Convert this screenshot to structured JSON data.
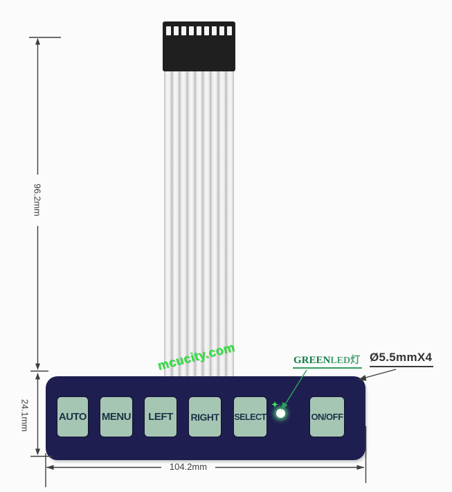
{
  "diagram": {
    "watermark": "mcucity.com",
    "connector": {
      "pin_slots": 9,
      "wire_count": 9
    },
    "keypad": {
      "buttons": [
        {
          "label": "AUTO"
        },
        {
          "label": "MENU"
        },
        {
          "label": "LEFT"
        },
        {
          "label": "RIGHT"
        },
        {
          "label": "SELECT"
        },
        {
          "label": "ON/OFF"
        }
      ]
    },
    "led_annotation": {
      "green": "GREEN",
      "led": "LED灯"
    },
    "dimensions": {
      "cable_length": "96.2mm",
      "keypad_height": "24.1mm",
      "keypad_width": "104.2mm",
      "hole_diameter": "Ø5.5mmX4"
    },
    "icons": {
      "led_sparkle": "✦"
    },
    "colors": {
      "keypad_body": "#1e1e50",
      "button_face": "#a6c6b4",
      "button_text": "#1c3246",
      "connector_black": "#1f1f1f",
      "watermark_green": "#2be33b",
      "annotation_green": "#157d46",
      "dimension_gray": "#3d3d3d"
    }
  }
}
